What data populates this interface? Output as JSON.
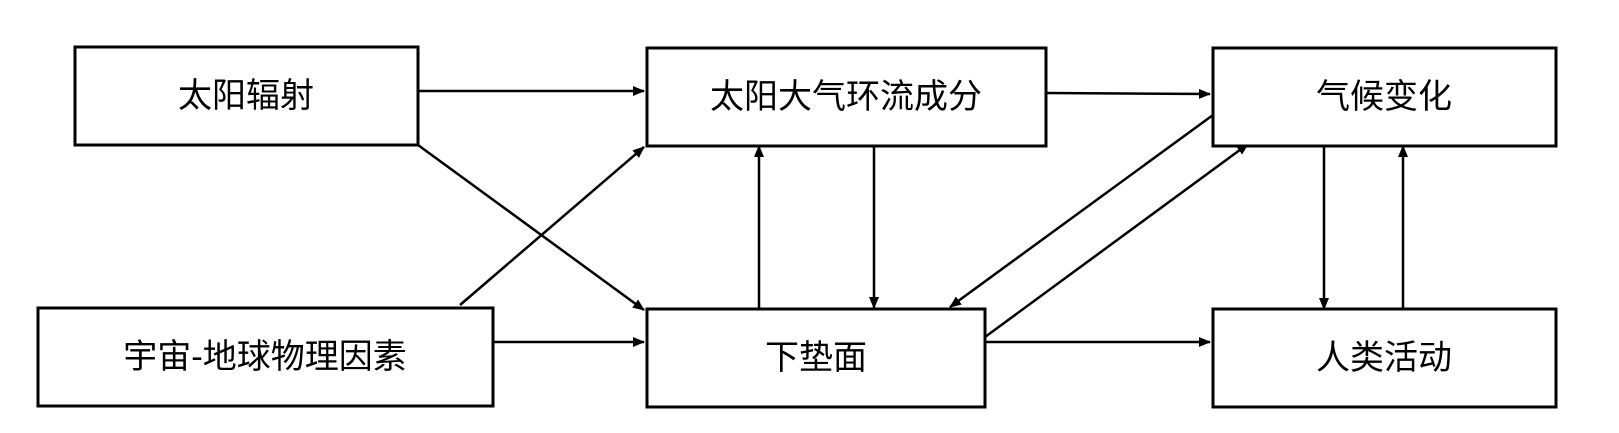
{
  "diagram": {
    "nodes": {
      "solar_radiation": "太阳辐射",
      "solar_atmospheric_circulation": "太阳大气环流成分",
      "climate_change": "气候变化",
      "cosmic_geophysical_factors": "宇宙-地球物理因素",
      "underlying_surface": "下垫面",
      "human_activity": "人类活动"
    },
    "edges": [
      {
        "from": "solar_radiation",
        "to": "solar_atmospheric_circulation"
      },
      {
        "from": "solar_radiation",
        "to": "underlying_surface"
      },
      {
        "from": "cosmic_geophysical_factors",
        "to": "solar_atmospheric_circulation"
      },
      {
        "from": "cosmic_geophysical_factors",
        "to": "underlying_surface"
      },
      {
        "from": "solar_atmospheric_circulation",
        "to": "climate_change"
      },
      {
        "from": "solar_atmospheric_circulation",
        "to": "underlying_surface"
      },
      {
        "from": "underlying_surface",
        "to": "solar_atmospheric_circulation"
      },
      {
        "from": "climate_change",
        "to": "underlying_surface"
      },
      {
        "from": "underlying_surface",
        "to": "climate_change"
      },
      {
        "from": "underlying_surface",
        "to": "human_activity"
      },
      {
        "from": "climate_change",
        "to": "human_activity"
      },
      {
        "from": "human_activity",
        "to": "climate_change"
      }
    ],
    "colors": {
      "line": "#000000",
      "box_fill": "#ffffff",
      "background": "#ffffff"
    }
  }
}
